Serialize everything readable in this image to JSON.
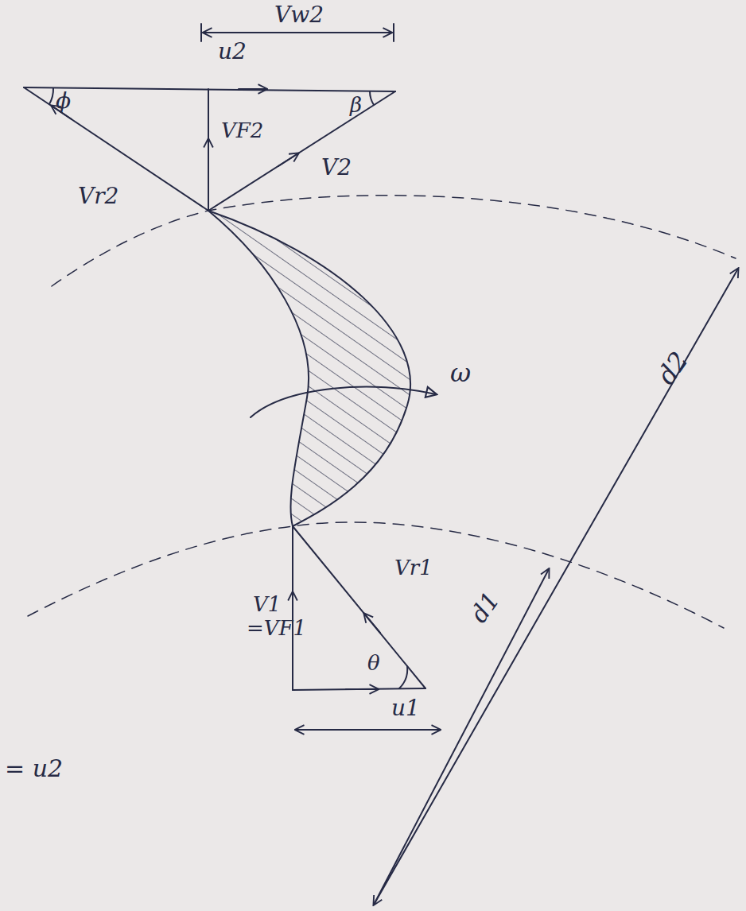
{
  "diagram": {
    "labels": [
      "Vw2",
      "u2",
      "ϕ",
      "β",
      "VF2",
      "V2",
      "Vr2",
      "ω",
      "d2",
      "Vr1",
      "V1",
      "=VF1",
      "θ",
      "u1",
      "d1",
      "= u2"
    ]
  }
}
